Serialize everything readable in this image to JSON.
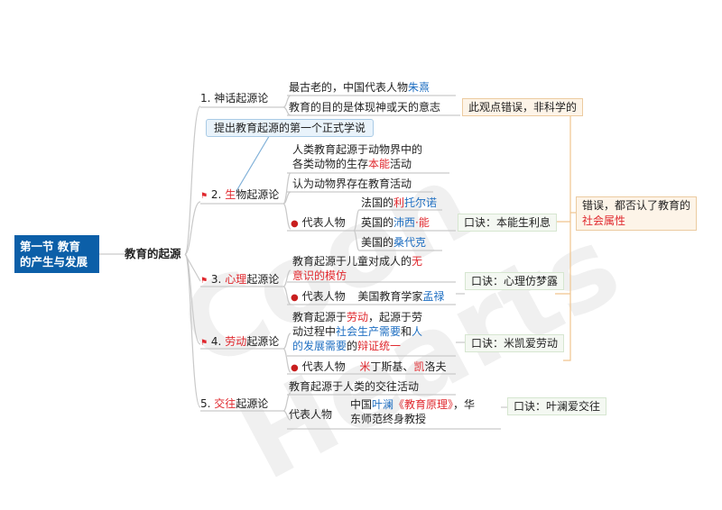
{
  "root": {
    "line1": "第一节 教育",
    "line2": "的产生与发展"
  },
  "l1": "教育的起源",
  "b1": {
    "num": "1.",
    "label": "神话起源论",
    "i1a": "最古老的，中国代表人物",
    "i1b": "朱熹",
    "i2": "教育的目的是体现神或天的意志",
    "note": "此观点错误，非科学的"
  },
  "callout": "提出教育起源的第一个正式学说",
  "b2": {
    "num": "2.",
    "red": "生",
    "rest": "物起源论",
    "i1a": "人类教育起源于动物界中的",
    "i1b": "各类动物的生存",
    "i1c": "本能",
    "i1d": "活动",
    "i2": "认为动物界存在教育活动",
    "rep": "代表人物",
    "p1a": "法国的",
    "p1b": "利",
    "p1c": "托尔诺",
    "p2a": "英国的",
    "p2b": "沛西",
    "p2c": "·能",
    "p3a": "美国的",
    "p3b": "桑代克",
    "mnemonic": "口诀：本能生利息"
  },
  "b3": {
    "num": "3.",
    "red": "心理",
    "rest": "起源论",
    "i1a": "教育起源于儿童对成人的",
    "i1b": "无",
    "i1c": "意识的模仿",
    "rep": "代表人物",
    "p1a": "美国教育学家",
    "p1b": "孟禄",
    "mnemonic": "口诀：心理仿梦露"
  },
  "b4": {
    "num": "4.",
    "red": "劳动",
    "rest": "起源论",
    "i1a": "教育起源于",
    "i1b": "劳动",
    "i1c": "，起源于劳",
    "i1d": "动过程中",
    "i1e": "社会生产需要",
    "i1f": "和",
    "i1g": "人",
    "i1h": "的发展需要",
    "i1i": "的",
    "i1j": "辩证统一",
    "rep": "代表人物",
    "p1a": "米",
    "p1b": "丁斯基、",
    "p1c": "凯",
    "p1d": "洛夫",
    "mnemonic": "口诀：米凯爱劳动"
  },
  "b5": {
    "num": "5.",
    "red": "交往",
    "rest": "起源论",
    "i1": "教育起源于人类的交往活动",
    "rep": "代表人物",
    "p1a": "中国",
    "p1b": "叶澜",
    "p1c": "《教育原理》",
    "p1d": "，华",
    "p1e": "东师范终身教授",
    "mnemonic": "口诀：叶澜爱交往"
  },
  "side_note": {
    "a": "错误，都否认了教育的",
    "b": "社会属性"
  },
  "watermark": "Coon Hearts",
  "colors": {
    "root_bg": "#0c5fa8",
    "red": "#e0282e",
    "blue": "#1f6fc2",
    "line": "#c7c7c7"
  }
}
